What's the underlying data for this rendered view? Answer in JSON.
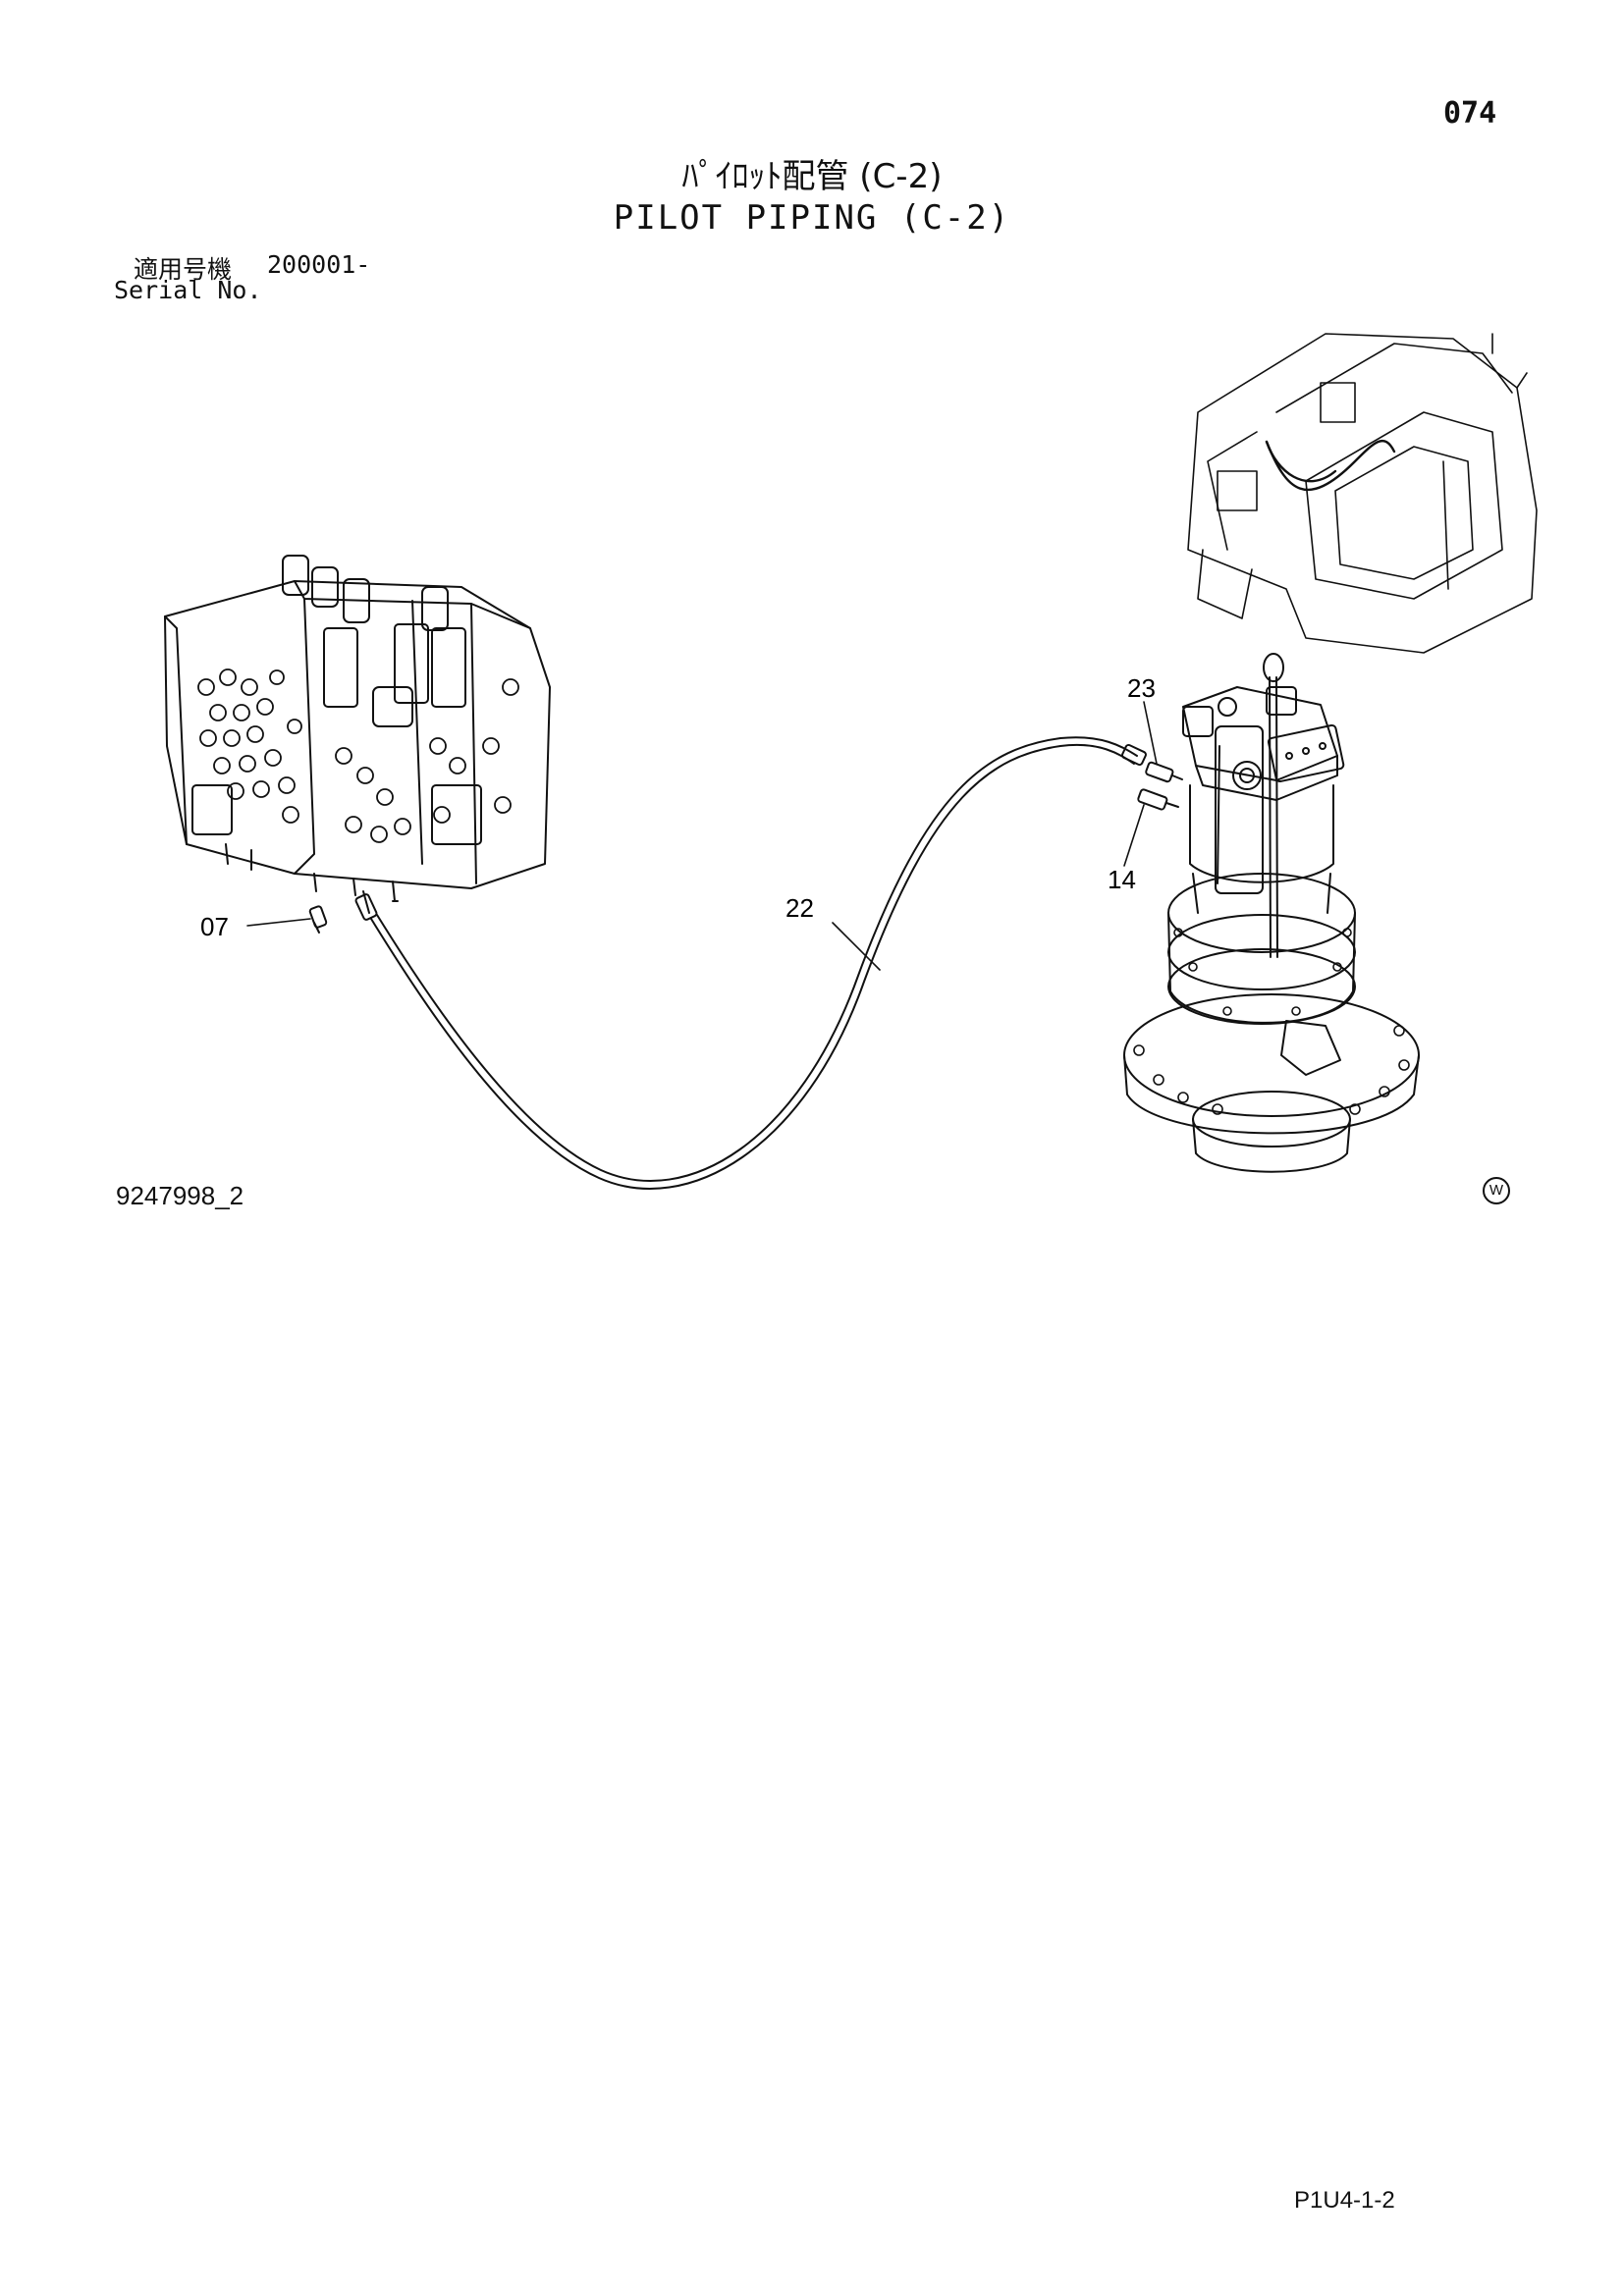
{
  "page": {
    "number": "074",
    "title_jp": "ﾊﾟｲﾛｯﾄ配管 (C-2)",
    "title_en": "PILOT PIPING (C-2)",
    "serial_label_jp": "適用号機",
    "serial_value": "200001-",
    "serial_label_en": "Serial No.",
    "drawing_number": "9247998_2",
    "corner_mark": "W",
    "footer_code": "P1U4-1-2"
  },
  "callouts": [
    {
      "id": "07"
    },
    {
      "id": "22"
    },
    {
      "id": "23"
    },
    {
      "id": "14"
    }
  ],
  "icons": {
    "valve": "control-valve-drawing",
    "motor": "swing-motor-drawing",
    "machine": "machine-location-drawing",
    "hose": "pilot-hose-drawing"
  }
}
